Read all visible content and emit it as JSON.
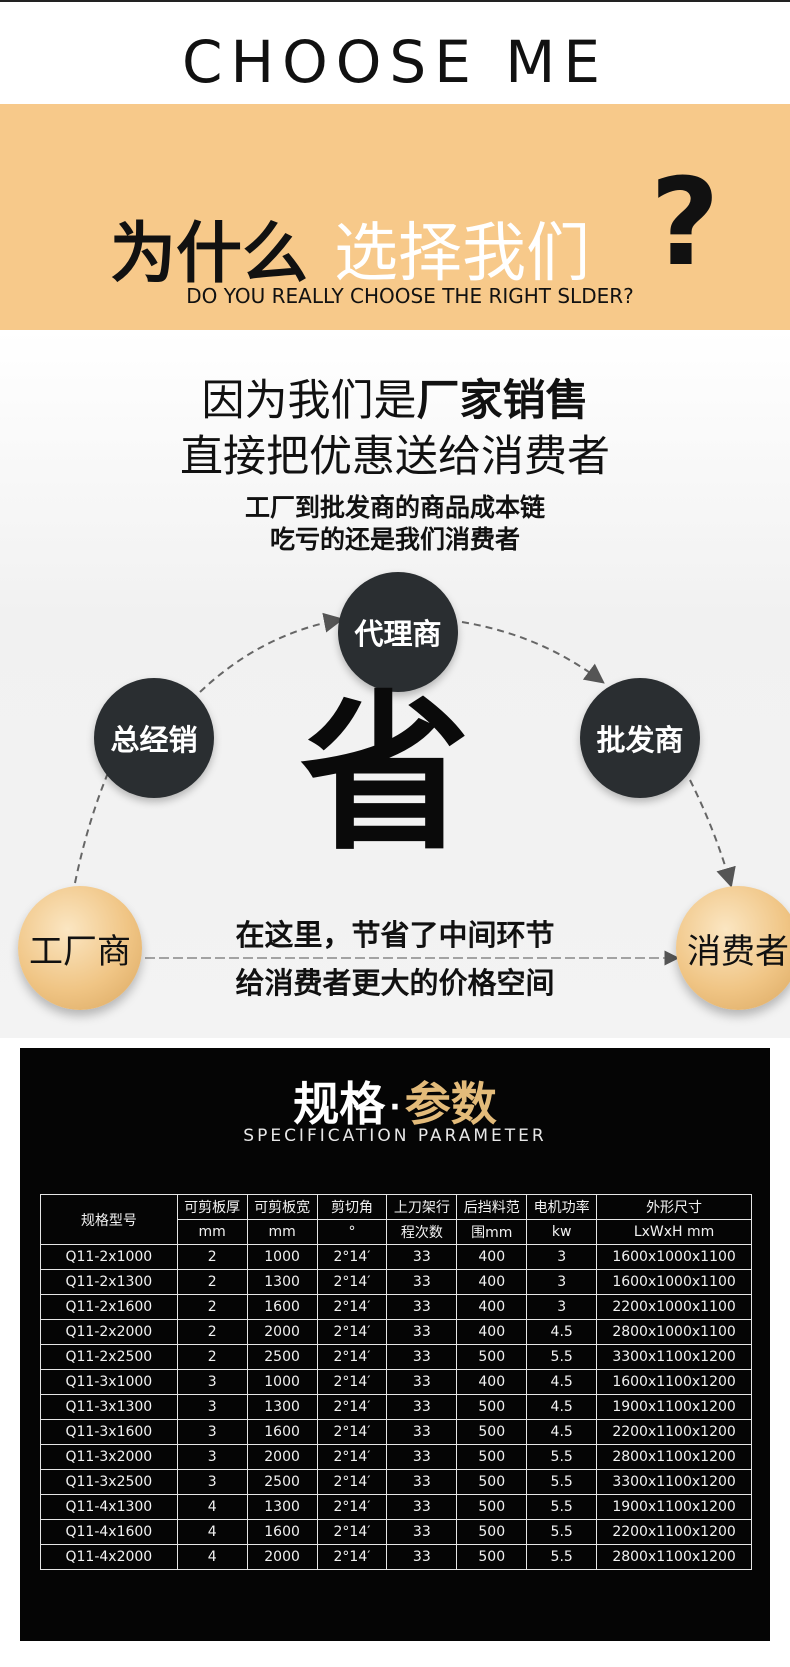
{
  "header": {
    "choose_me": "CHOOSE ME",
    "why_bold": "为什么",
    "why_light": "选择我们",
    "question_mark": "?",
    "subtitle": "DO YOU REALLY CHOOSE THE RIGHT SLDER?"
  },
  "middle": {
    "headline1_normal": "因为我们是",
    "headline1_bold": "厂家销售",
    "headline2": "直接把优惠送给消费者",
    "sub1": "工厂到批发商的商品成本链",
    "sub2": "吃亏的还是我们消费者",
    "nodes": {
      "factory": "工厂商",
      "distributor": "总经销",
      "agent": "代理商",
      "wholesaler": "批发商",
      "consumer": "消费者"
    },
    "save_char": "省",
    "save_line1": "在这里，节省了中间环节",
    "save_line2": "给消费者更大的价格空间",
    "colors": {
      "band": "#f7c98a",
      "dark_circle": "#2a2e31",
      "gold_circle": "#f0c585"
    }
  },
  "spec": {
    "title_white": "规格",
    "title_dot": "·",
    "title_gold": "参数",
    "subtitle": "SPECIFICATION PARAMETER",
    "header_row1": [
      "规格型号",
      "可剪板厚",
      "可剪板宽",
      "剪切角",
      "上刀架行",
      "后挡料范",
      "电机功率",
      "外形尺寸"
    ],
    "header_row2": [
      "mm",
      "mm",
      "°",
      "程次数",
      "围mm",
      "kw",
      "LxWxH mm"
    ],
    "rows": [
      [
        "Q11-2x1000",
        "2",
        "1000",
        "2°14′",
        "33",
        "400",
        "3",
        "1600x1000x1100"
      ],
      [
        "Q11-2x1300",
        "2",
        "1300",
        "2°14′",
        "33",
        "400",
        "3",
        "1600x1000x1100"
      ],
      [
        "Q11-2x1600",
        "2",
        "1600",
        "2°14′",
        "33",
        "400",
        "3",
        "2200x1000x1100"
      ],
      [
        "Q11-2x2000",
        "2",
        "2000",
        "2°14′",
        "33",
        "400",
        "4.5",
        "2800x1000x1100"
      ],
      [
        "Q11-2x2500",
        "2",
        "2500",
        "2°14′",
        "33",
        "500",
        "5.5",
        "3300x1100x1200"
      ],
      [
        "Q11-3x1000",
        "3",
        "1000",
        "2°14′",
        "33",
        "400",
        "4.5",
        "1600x1100x1200"
      ],
      [
        "Q11-3x1300",
        "3",
        "1300",
        "2°14′",
        "33",
        "500",
        "4.5",
        "1900x1100x1200"
      ],
      [
        "Q11-3x1600",
        "3",
        "1600",
        "2°14′",
        "33",
        "500",
        "4.5",
        "2200x1100x1200"
      ],
      [
        "Q11-3x2000",
        "3",
        "2000",
        "2°14′",
        "33",
        "500",
        "5.5",
        "2800x1100x1200"
      ],
      [
        "Q11-3x2500",
        "3",
        "2500",
        "2°14′",
        "33",
        "500",
        "5.5",
        "3300x1100x1200"
      ],
      [
        "Q11-4x1300",
        "4",
        "1300",
        "2°14′",
        "33",
        "500",
        "5.5",
        "1900x1100x1200"
      ],
      [
        "Q11-4x1600",
        "4",
        "1600",
        "2°14′",
        "33",
        "500",
        "5.5",
        "2200x1100x1200"
      ],
      [
        "Q11-4x2000",
        "4",
        "2000",
        "2°14′",
        "33",
        "500",
        "5.5",
        "2800x1100x1200"
      ]
    ]
  }
}
